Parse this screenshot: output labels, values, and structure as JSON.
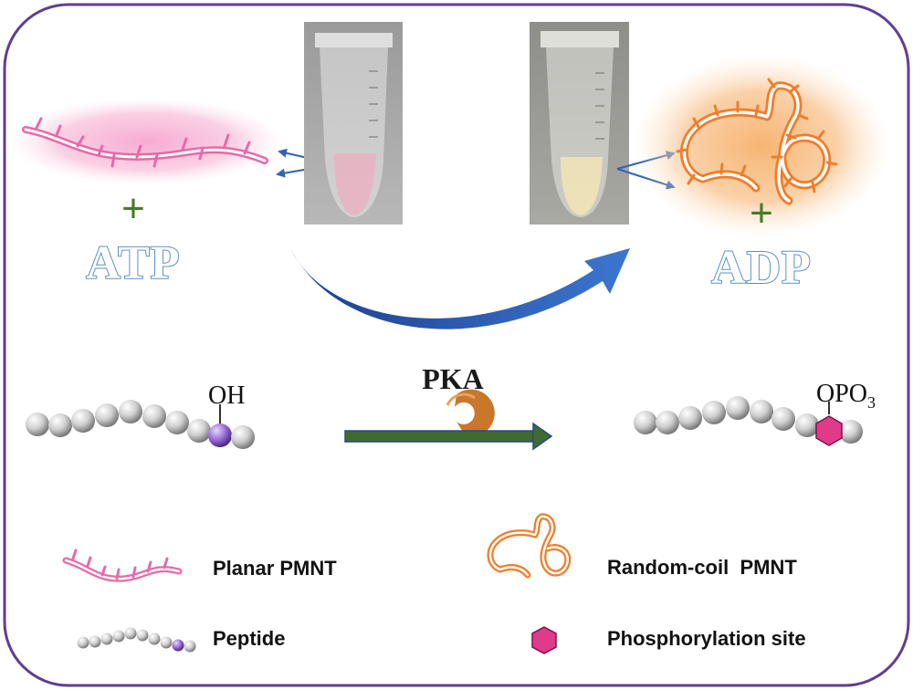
{
  "labels": {
    "atp": "ATP",
    "adp": "ADP",
    "plus_left": "+",
    "plus_right": "+",
    "oh": "OH",
    "opo3_main": "OPO",
    "opo3_sub": "3",
    "enzyme": "PKA"
  },
  "legend": {
    "planar": "Planar PMNT",
    "random_coil": "Random-coil  PMNT",
    "peptide": "Peptide",
    "phospho_site": "Phosphorylation site"
  },
  "colors": {
    "frame": "#5f3f8f",
    "planar_pmnt": "#e66aa8",
    "random_coil_pmnt": "#f07d2a",
    "arrow_blue": "#2f62b8",
    "reaction_arrow": "#3f6b30",
    "plus_green": "#4a7a2a",
    "label_blue": "#5b8fc8",
    "phospho_site": "#e03a8a",
    "hydroxyl_residue": "#8a5cc0",
    "enzyme": "#c8782a"
  },
  "icons": {
    "tube_left": "pink-solution-tube",
    "tube_right": "yellow-solution-tube",
    "enzyme": "pka-enzyme-icon"
  }
}
